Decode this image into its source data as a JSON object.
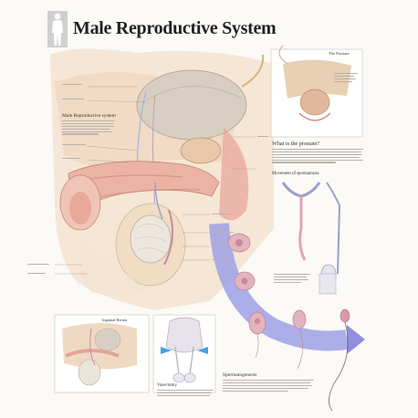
{
  "poster": {
    "title": "Male Reproductive System",
    "colors": {
      "background": "#fbfaf7",
      "skin": "#f1dcc4",
      "tissue_pink": "#e8a79c",
      "bladder": "#cfc6b8",
      "arrow_blue": "#8f8ee0",
      "sperm_pink": "#e3b3be",
      "icon_gray": "#bdbdbd"
    }
  },
  "panels": {
    "main_section_heading": "Male Reproductive system",
    "prostate_box_title": "The Prostate",
    "prostate_question": "What is the prostate?",
    "spermatozoa_movement": "Movement of spermatozoa",
    "inset_bottom_left_title": "Inguinal Hernia",
    "vasectomy_title": "Vasectomy",
    "spermatogenesis_title": "Spermatogenesis"
  }
}
